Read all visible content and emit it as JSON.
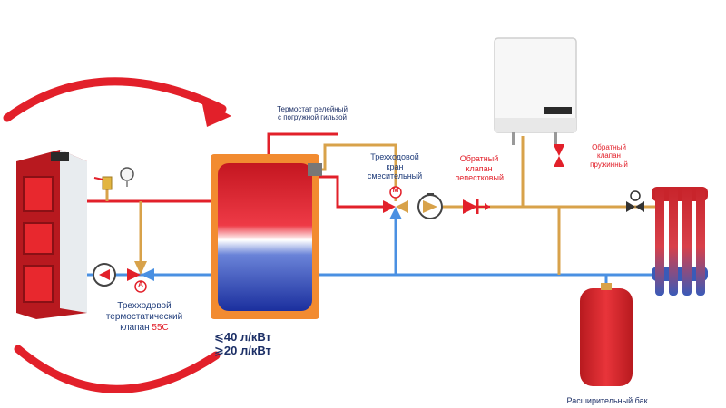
{
  "labels": {
    "thermostat": [
      "Термостат релейный",
      "с погружной гильзой"
    ],
    "mixing_valve": [
      "Трехходовой",
      "кран",
      "смесительный"
    ],
    "check_valve_flap": [
      "Обратный",
      "клапан",
      "лепестковый"
    ],
    "check_valve_spring": [
      "Обратный",
      "клапан",
      "пружинный"
    ],
    "thermo_valve": [
      "Трехходовой",
      "термостатический"
    ],
    "thermo_valve_model_prefix": "клапан ",
    "thermo_valve_model": "55C",
    "capacity": [
      "⩽40 л/кВт",
      "⩾20 л/кВт"
    ],
    "expansion_tank": "Расширительный бак"
  },
  "markers": {
    "mixing_valve": "M",
    "thermo_valve": "A"
  },
  "colors": {
    "supply_line": "#e2202a",
    "return_line": "#4a90e2",
    "bypass_line": "#d8a24a",
    "boiler_red": "#d8262c",
    "label_blue": "#1f3c7a",
    "tank_jacket": "#f28b30"
  }
}
